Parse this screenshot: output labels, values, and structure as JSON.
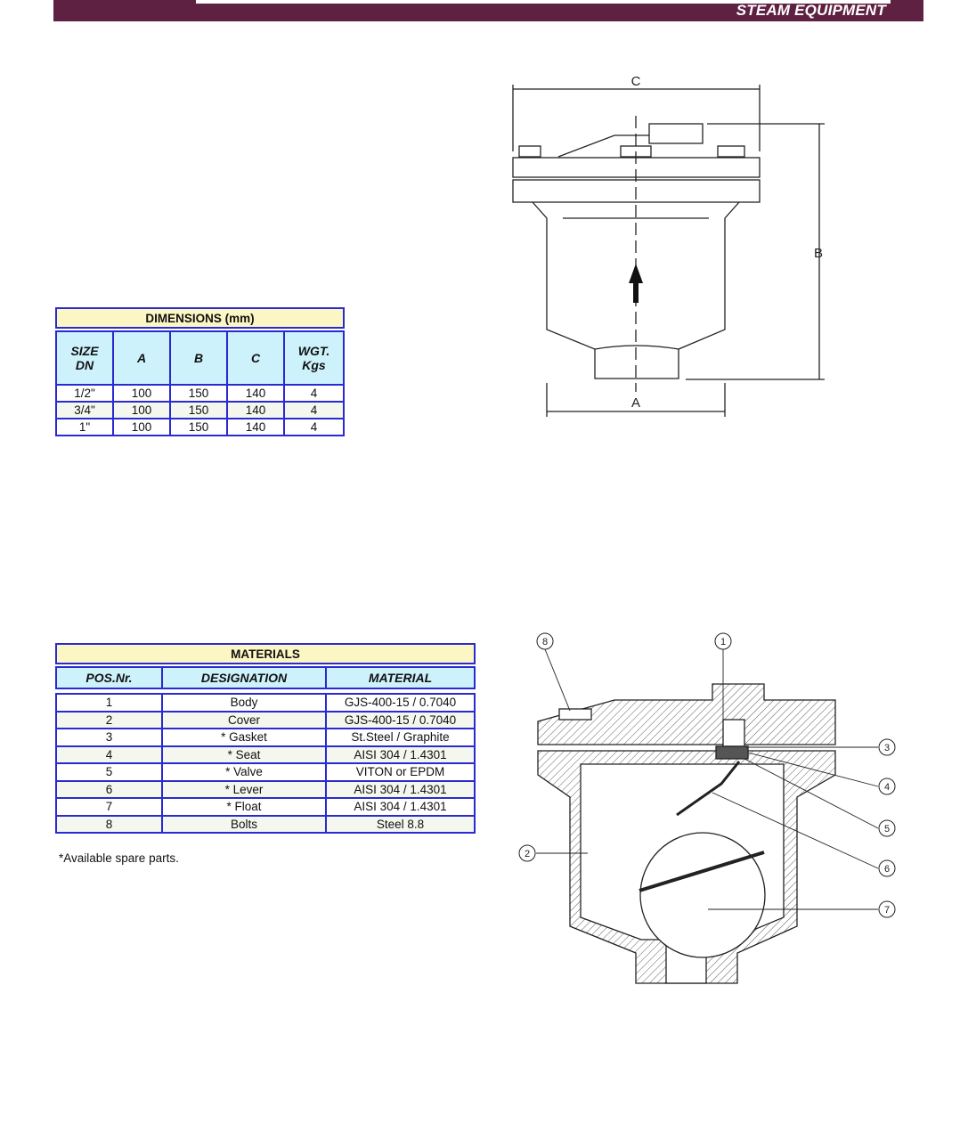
{
  "header": {
    "brand_text": "STEAM EQUIPMENT",
    "band_color": "#5e2142"
  },
  "dimensions": {
    "title": "DIMENSIONS (mm)",
    "headers": [
      "SIZE DN",
      "A",
      "B",
      "C",
      "WGT. Kgs"
    ],
    "header_lines": {
      "size1": "SIZE",
      "size2": "DN",
      "wgt1": "WGT.",
      "wgt2": "Kgs"
    },
    "rows": [
      [
        "1/2\"",
        "100",
        "150",
        "140",
        "4"
      ],
      [
        "3/4\"",
        "100",
        "150",
        "140",
        "4"
      ],
      [
        "1\"",
        "100",
        "150",
        "140",
        "4"
      ]
    ]
  },
  "materials": {
    "title": "MATERIALS",
    "headers": [
      "POS.Nr.",
      "DESIGNATION",
      "MATERIAL"
    ],
    "rows": [
      [
        "1",
        "Body",
        "GJS-400-15 / 0.7040"
      ],
      [
        "2",
        "Cover",
        "GJS-400-15 / 0.7040"
      ],
      [
        "3",
        "* Gasket",
        "St.Steel / Graphite"
      ],
      [
        "4",
        "* Seat",
        "AISI 304 / 1.4301"
      ],
      [
        "5",
        "* Valve",
        "VITON or EPDM"
      ],
      [
        "6",
        "* Lever",
        "AISI 304 / 1.4301"
      ],
      [
        "7",
        "* Float",
        "AISI 304 / 1.4301"
      ],
      [
        "8",
        "Bolts",
        "Steel 8.8"
      ]
    ],
    "note": "*Available spare parts."
  },
  "drawing_outline": {
    "labels": {
      "c": "C",
      "b": "B",
      "a": "A"
    }
  },
  "drawing_section": {
    "callouts": [
      "1",
      "2",
      "3",
      "4",
      "5",
      "6",
      "7",
      "8"
    ]
  }
}
